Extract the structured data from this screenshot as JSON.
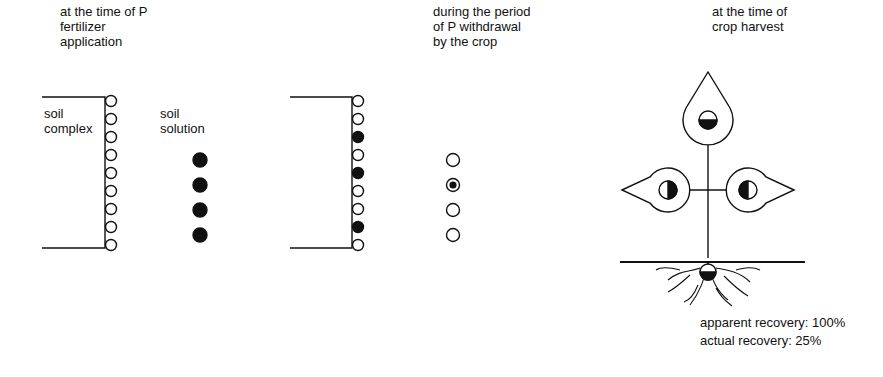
{
  "diagram": {
    "labels": [
      "at the time of P fertilizer application",
      "soil complex",
      "soil solution",
      "during the period of P withdrawal by the crop",
      "at the time of crop harvest",
      "apparent recovery: 100%",
      "actual recovery: 25%"
    ]
  }
}
